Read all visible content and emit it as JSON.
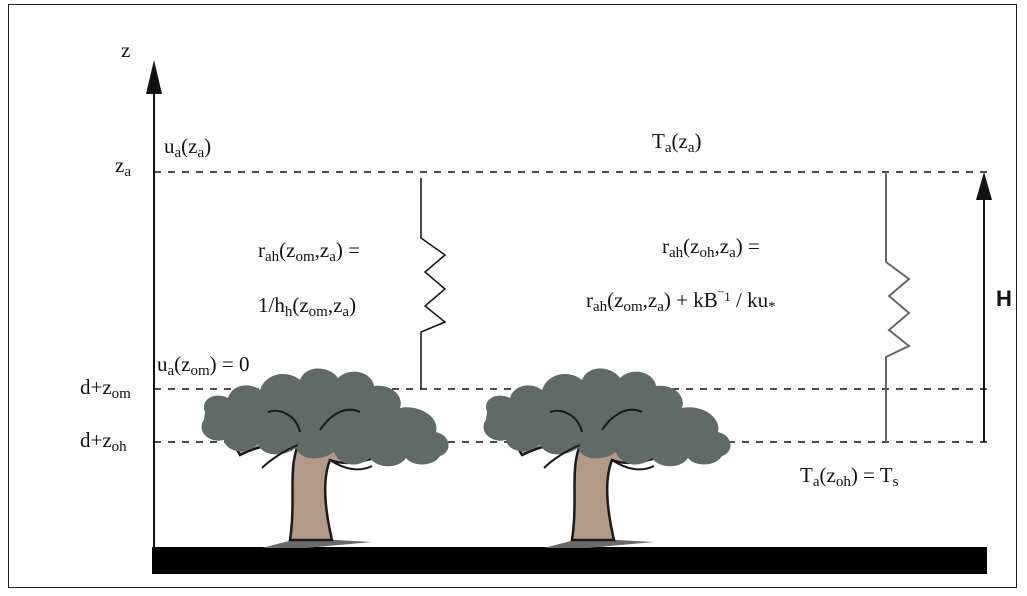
{
  "axis": {
    "z_label": "z"
  },
  "levels": {
    "za": {
      "base": "z",
      "sub": "a"
    },
    "d_zom": {
      "base": "d+z",
      "sub": "om"
    },
    "d_zoh": {
      "base": "d+z",
      "sub": "oh"
    }
  },
  "top_labels": {
    "u_za": {
      "f": "u",
      "fs": "a",
      "arg": "z",
      "as": "a"
    },
    "T_za": {
      "f": "T",
      "fs": "a",
      "arg": "z",
      "as": "a"
    }
  },
  "left_resistance": {
    "line1": {
      "r": "r",
      "rs": "ah",
      "z": "z",
      "zs": "om",
      "tail": ",z",
      "tails": "a",
      "end": ") ="
    },
    "line2": {
      "pre": "1/h",
      "ps": "h",
      "z": "z",
      "zs": "om",
      "tail": ",z",
      "tails": "a",
      "end": ")"
    }
  },
  "right_resistance": {
    "line1": {
      "r": "r",
      "rs": "ah",
      "z": "z",
      "zs": "oh",
      "tail": ",z",
      "tails": "a",
      "end": ") ="
    },
    "line2": {
      "r": "r",
      "rs": "ah",
      "z": "z",
      "zs": "om",
      "tail": ",z",
      "tails": "a",
      "mid": ") + kB",
      "sup": "¯1",
      "end": " / ku",
      "star": "*"
    }
  },
  "u_zom": {
    "f": "u",
    "fs": "a",
    "z": "z",
    "zs": "om",
    "end": ") = 0"
  },
  "T_zoh": {
    "f": "T",
    "fs": "a",
    "z": "z",
    "zs": "oh",
    "mid": ") = T",
    "ts": "s"
  },
  "H_label": "H",
  "colors": {
    "foliage": "#5f6b66",
    "trunk": "#b39a87",
    "trunk_outline": "#1a1a1a",
    "ground": "#000000",
    "shadow": "#6a6a6a"
  }
}
